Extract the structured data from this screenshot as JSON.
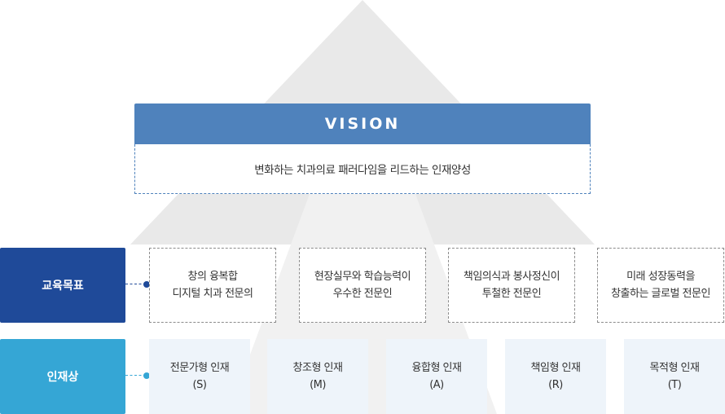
{
  "vision": {
    "title": "VISION",
    "statement": "변화하는 치과의료 패러다임을 리드하는 인재양성"
  },
  "education_goals": {
    "label": "교육목표",
    "items": [
      {
        "line1": "창의 융복합",
        "line2": "디지털 치과 전문의"
      },
      {
        "line1": "현장실무와 학습능력이",
        "line2": "우수한 전문인"
      },
      {
        "line1": "책임의식과 봉사정신이",
        "line2": "투철한 전문인"
      },
      {
        "line1": "미래 성장동력을",
        "line2": "창출하는 글로벌 전문인"
      }
    ]
  },
  "talent_types": {
    "label": "인재상",
    "items": [
      {
        "name": "전문가형 인재",
        "code": "(S)"
      },
      {
        "name": "창조형 인재",
        "code": "(M)"
      },
      {
        "name": "융합형 인재",
        "code": "(A)"
      },
      {
        "name": "책임형 인재",
        "code": "(R)"
      },
      {
        "name": "목적형 인재",
        "code": "(T)"
      }
    ]
  },
  "colors": {
    "vision": "#4f82bc",
    "goal": "#1f4a99",
    "talent": "#35a6d5",
    "talent_card_bg": "#eef4fa",
    "background_shape": "#e8e8e8"
  }
}
